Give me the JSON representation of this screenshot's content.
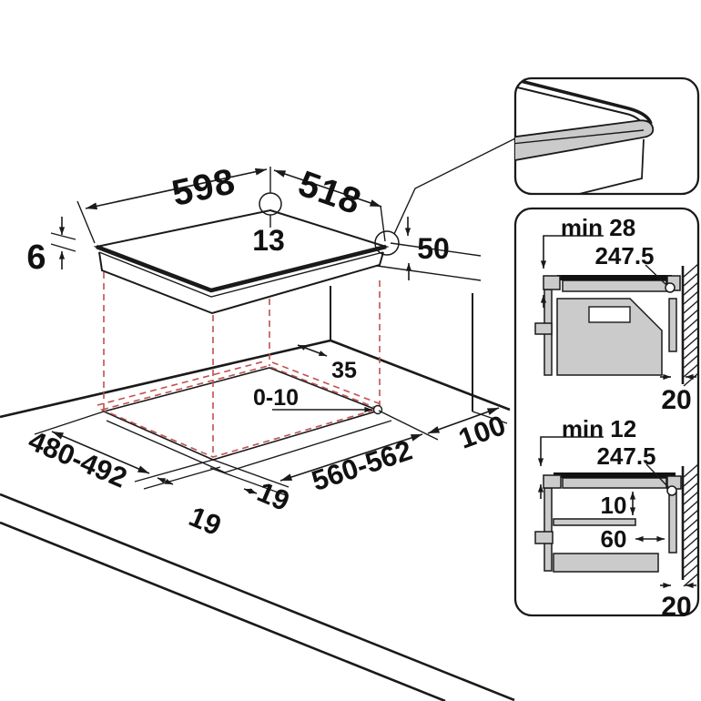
{
  "diagram": {
    "title_hint": "hob installation dimensions drawing",
    "hob": {
      "width": "598",
      "depth": "518",
      "center_mark": "13",
      "glass_thickness": "6",
      "body_height": "50"
    },
    "cutout": {
      "depth_range": "480-492",
      "width_range": "560-562",
      "rear_clearance": "35",
      "corner_play": "0-10",
      "edge_inset_left": "19",
      "edge_inset_front": "19",
      "side_clearance": "100"
    },
    "section_oven": {
      "min_clearance": "min 28",
      "install_depth": "247.5",
      "wall_gap": "20"
    },
    "section_drawer": {
      "min_clearance": "min 12",
      "install_depth": "247.5",
      "shelf_gap": "10",
      "shelf_depth": "60",
      "wall_gap": "20"
    },
    "colors": {
      "line": "#1a1a1a",
      "dashed_red": "#c05050",
      "panel_fill": "#cbcbcb"
    }
  }
}
